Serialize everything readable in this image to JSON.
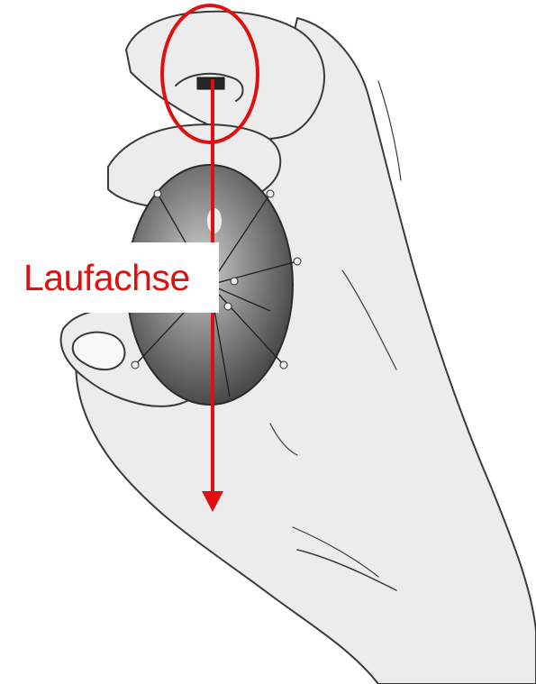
{
  "diagram": {
    "axis_label": "Laufachse",
    "colors": {
      "annotation": "#e01010",
      "skin": "#ececec",
      "outline": "#3a3a3a",
      "ellipsoid_light": "#b4b4b4",
      "ellipsoid_dark": "#3c3c3c"
    },
    "icons": {
      "hand": "hand-illustration",
      "ellipsoid": "ellipsoid-icon",
      "sensor": "sensor-icon",
      "highlight_circle": "highlight-circle",
      "axis_arrow": "axis-arrow"
    }
  }
}
